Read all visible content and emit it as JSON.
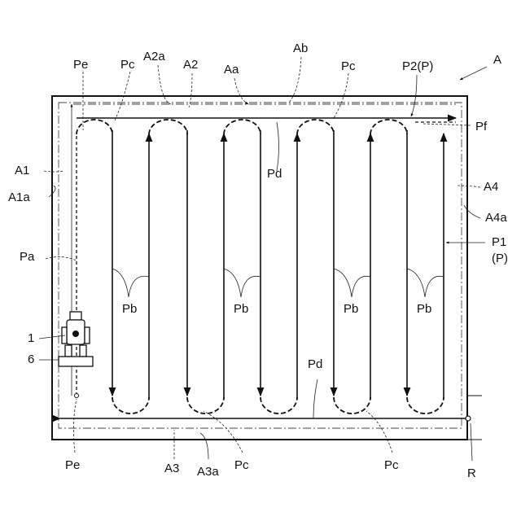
{
  "labels": {
    "A": "A",
    "P2P": "P2(P)",
    "Ab": "Ab",
    "A2a": "A2a",
    "A2": "A2",
    "Aa": "Aa",
    "Pe_top": "Pe",
    "Pc_top_left": "Pc",
    "Pc_top_right": "Pc",
    "Pf": "Pf",
    "A1": "A1",
    "A1a": "A1a",
    "Pd_top": "Pd",
    "A4": "A4",
    "A4a": "A4a",
    "Pa": "Pa",
    "P1": "P1",
    "P1_paren": "(P)",
    "Pb_1": "Pb",
    "Pb_2": "Pb",
    "Pb_3": "Pb",
    "Pb_4": "Pb",
    "robot": "1",
    "base": "6",
    "Pd_bottom": "Pd",
    "Pe_bottom": "Pe",
    "A3": "A3",
    "A3a": "A3a",
    "Pc_bottom_left": "Pc",
    "Pc_bottom_right": "Pc",
    "R": "R"
  }
}
